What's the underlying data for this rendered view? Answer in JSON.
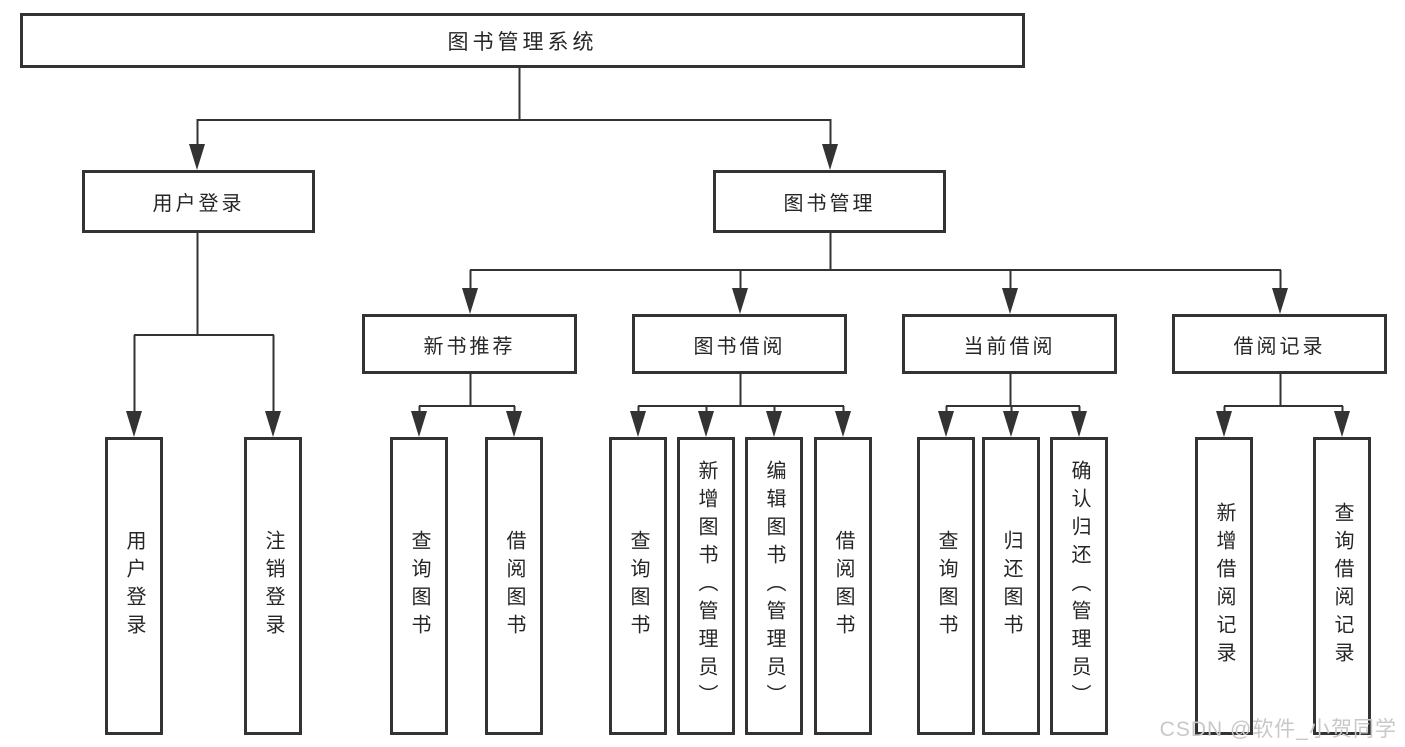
{
  "nodes": {
    "root": "图书管理系统",
    "user_login": "用户登录",
    "book_mgmt": "图书管理",
    "new_book_rec": "新书推荐",
    "book_borrow": "图书借阅",
    "current_borrow": "当前借阅",
    "borrow_records": "借阅记录",
    "leaves": {
      "user_login_1": "用户登录",
      "user_login_2": "注销登录",
      "new_book_rec_1": "查询图书",
      "new_book_rec_2": "借阅图书",
      "book_borrow_1": "查询图书",
      "book_borrow_2": "新增图书（管理员）",
      "book_borrow_3": "编辑图书（管理员）",
      "book_borrow_4": "借阅图书",
      "current_borrow_1": "查询图书",
      "current_borrow_2": "归还图书",
      "current_borrow_3": "确认归还（管理员）",
      "borrow_records_1": "新增借阅记录",
      "borrow_records_2": "查询借阅记录"
    }
  },
  "hierarchy": {
    "图书管理系统": {
      "用户登录": [
        "用户登录",
        "注销登录"
      ],
      "图书管理": {
        "新书推荐": [
          "查询图书",
          "借阅图书"
        ],
        "图书借阅": [
          "查询图书",
          "新增图书（管理员）",
          "编辑图书（管理员）",
          "借阅图书"
        ],
        "当前借阅": [
          "查询图书",
          "归还图书",
          "确认归还（管理员）"
        ],
        "借阅记录": [
          "新增借阅记录",
          "查询借阅记录"
        ]
      }
    }
  },
  "watermark": "CSDN @软件_小贺同学",
  "colors": {
    "line": "#333333",
    "text": "#262626",
    "watermark": "#c8c8c8",
    "background": "#ffffff"
  }
}
